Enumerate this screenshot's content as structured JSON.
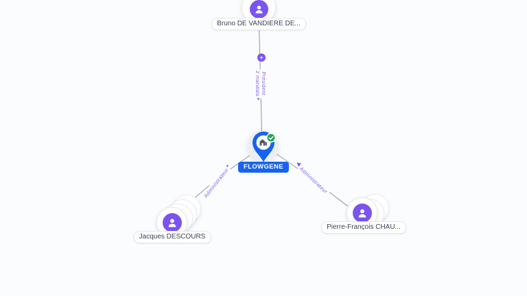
{
  "graph": {
    "center_node": {
      "label": "FLOWGENE",
      "type": "company",
      "verified": true
    },
    "nodes": [
      {
        "id": "bruno",
        "label": "Bruno DE VANDIERE DE...",
        "type": "person"
      },
      {
        "id": "jacques",
        "label": "Jacques DESCOURS",
        "type": "person"
      },
      {
        "id": "pierre",
        "label": "Pierre-François CHAU...",
        "type": "person"
      }
    ],
    "edges": [
      {
        "from": "bruno",
        "to": "FLOWGENE",
        "role": "Président",
        "mandates": "2 mandats",
        "expand_icon": "+"
      },
      {
        "from": "jacques",
        "to": "FLOWGENE",
        "role": "Administrateur"
      },
      {
        "from": "pierre",
        "to": "FLOWGENE",
        "role": "Administrateur"
      }
    ],
    "colors": {
      "person_accent": "#7b54f0",
      "company_accent": "#1663f0",
      "edge_label": "#8163ee",
      "verified_green": "#22a355",
      "edge_line": "#8d93a5"
    }
  }
}
